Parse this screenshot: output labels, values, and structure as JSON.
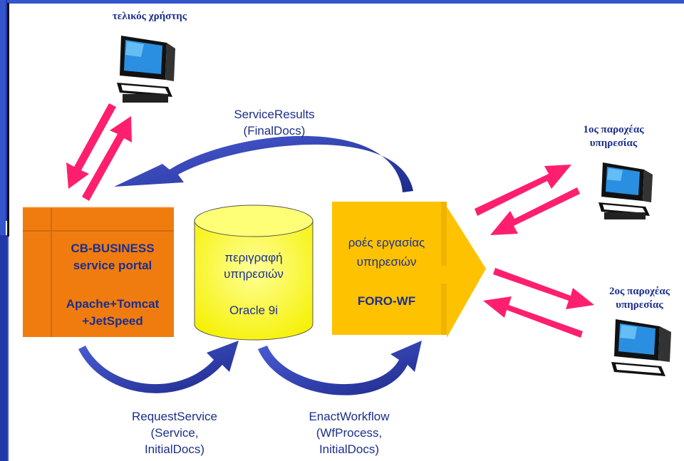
{
  "labels": {
    "end_user": "τελικός χρήστης",
    "provider1_line1": "1ος παροχέας",
    "provider1_line2": "υπηρεσίας",
    "provider2_line1": "2ος παροχέας",
    "provider2_line2": "υπηρεσίας"
  },
  "portal": {
    "line1": "CB-BUSINESS",
    "line2": "service portal",
    "line3": "Apache+Tomcat",
    "line4": "+JetSpeed"
  },
  "database": {
    "line1": "περιγραφή",
    "line2": "υπηρεσιών",
    "line3": "Oracle 9i"
  },
  "workflow": {
    "line1": "ροές εργασίας",
    "line2": "υπηρεσιών",
    "line3": "FORO-WF"
  },
  "flows": {
    "service_results_1": "ServiceResults",
    "service_results_2": "(FinalDocs)",
    "request_service_1": "RequestService",
    "request_service_2": "(Service,",
    "request_service_3": "InitialDocs)",
    "enact_workflow_1": "EnactWorkflow",
    "enact_workflow_2": "(WfProcess,",
    "enact_workflow_3": "InitialDocs)"
  },
  "colors": {
    "background": "#3355cc",
    "panel": "#ffffff",
    "portal_box": "#f07c10",
    "database": "#ffff66",
    "workflow": "#ffc200",
    "flow_arrow": "#2a3aa0",
    "link_arrow": "#ff1f6e",
    "text": "#1b2f8c"
  }
}
